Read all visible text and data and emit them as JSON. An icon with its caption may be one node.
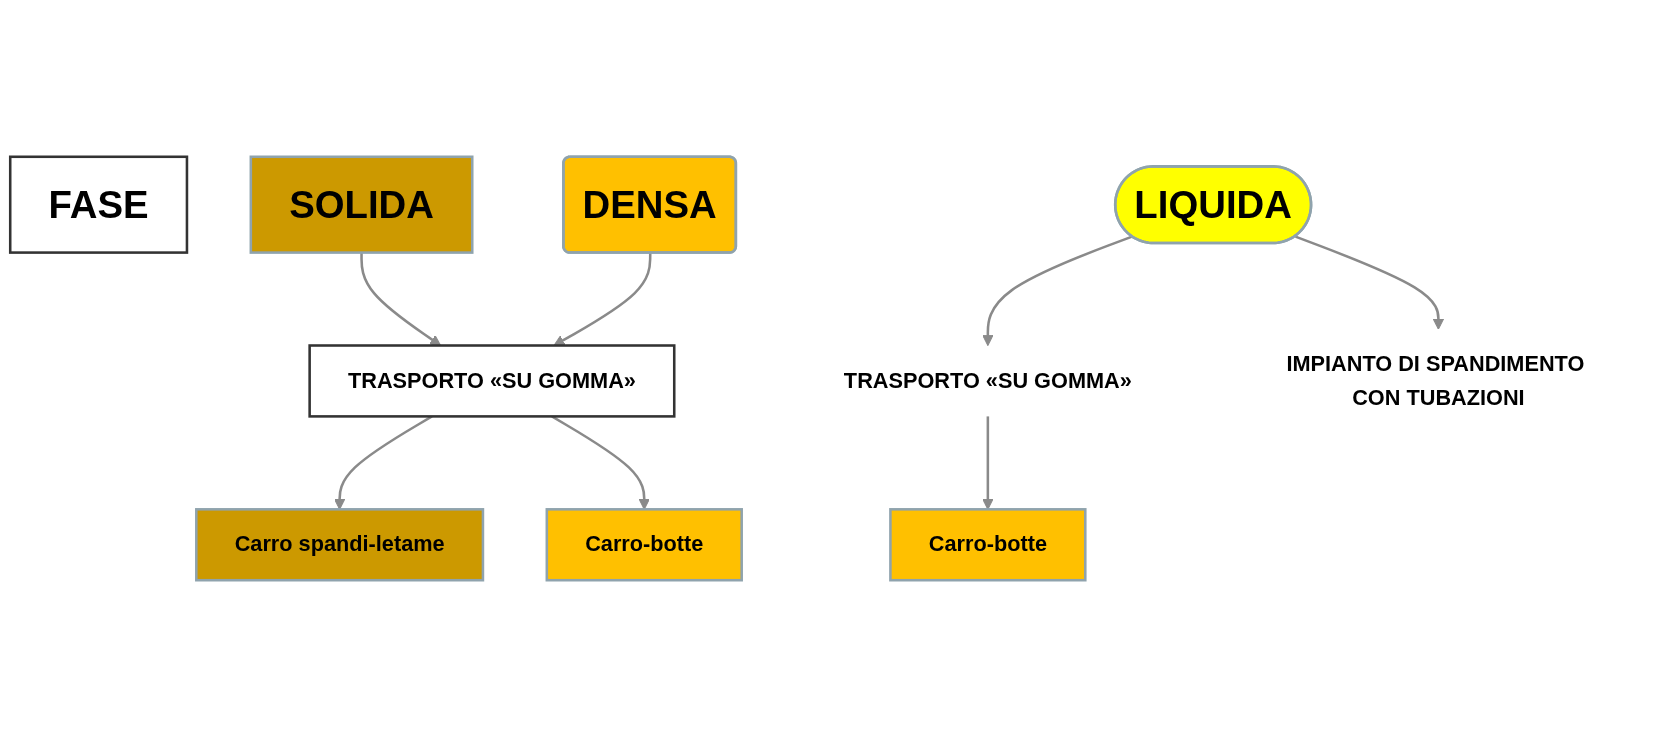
{
  "diagram": {
    "nodes": [
      {
        "text": [
          "FASE"
        ]
      },
      {
        "text": [
          "SOLIDA"
        ]
      },
      {
        "text": [
          "DENSA"
        ]
      },
      {
        "text": [
          "LIQUIDA"
        ]
      },
      {
        "text": [
          "TRASPORTO «SU GOMMA»"
        ]
      },
      {
        "text": [
          "TRASPORTO «SU GOMMA»"
        ]
      },
      {
        "text": [
          "IMPIANTO DI SPANDIMENTO CON TUBAZIONI"
        ]
      },
      {
        "text": [
          "Carro spandi-letame"
        ]
      },
      {
        "text": [
          "Carro-botte"
        ]
      },
      {
        "text": [
          "Carro-botte"
        ]
      }
    ],
    "edges": [
      {
        "from": 1,
        "to": 4,
        "arrow": "to"
      },
      {
        "from": 2,
        "to": 4,
        "arrow": "to"
      },
      {
        "from": 3,
        "to": 5,
        "arrow": "to"
      },
      {
        "from": 3,
        "to": 6,
        "arrow": "to"
      },
      {
        "from": 4,
        "to": 7,
        "arrow": "to"
      },
      {
        "from": 4,
        "to": 8,
        "arrow": "to"
      },
      {
        "from": 5,
        "to": 9,
        "arrow": "to"
      }
    ]
  }
}
